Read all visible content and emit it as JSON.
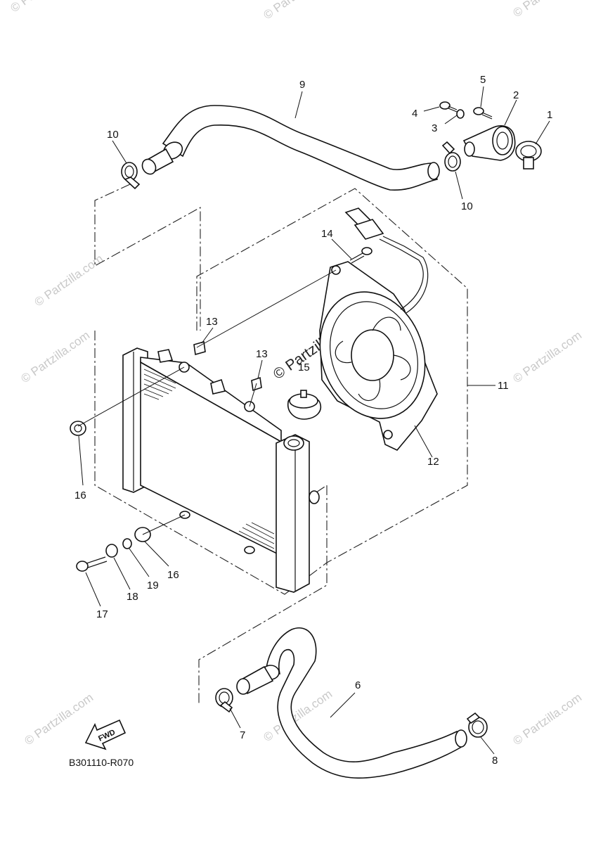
{
  "callouts": {
    "c1": "1",
    "c2": "2",
    "c3": "3",
    "c4": "4",
    "c5": "5",
    "c6": "6",
    "c7": "7",
    "c8": "8",
    "c9": "9",
    "c10a": "10",
    "c10b": "10",
    "c11": "11",
    "c12": "12",
    "c13a": "13",
    "c13b": "13",
    "c14": "14",
    "c15": "15",
    "c16a": "16",
    "c16b": "16",
    "c17": "17",
    "c18": "18",
    "c19": "19"
  },
  "diagram_code": "B301110-R070",
  "fwd_label": "FWD",
  "watermarks": {
    "small": "© Partzilla.com",
    "center": "© Partzilla.com"
  },
  "icons": {
    "fwd_arrow": "fwd-arrow-icon"
  }
}
